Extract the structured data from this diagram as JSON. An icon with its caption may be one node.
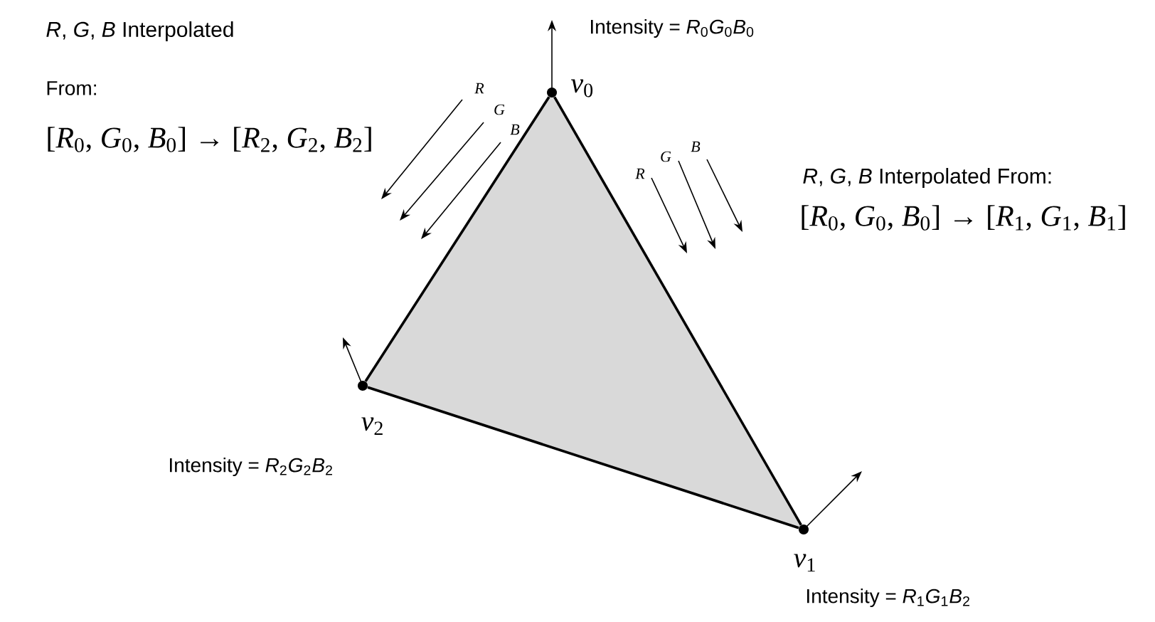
{
  "diagram": {
    "nodes": [
      {
        "text": [
          "*v*$_{0}$"
        ],
        "beside": [
          "Intensity = *R*$_{0}$*G*$_{0}$*B*$_{0}$"
        ]
      },
      {
        "text": [
          "*v*$_{1}$"
        ],
        "beside": [
          "Intensity = *R*$_{1}$*G*$_{1}$*B*$_{2}$"
        ]
      },
      {
        "text": [
          "*v*$_{2}$"
        ],
        "beside": [
          "Intensity = *R*$_{2}$*G*$_{2}$*B*$_{2}$"
        ]
      }
    ],
    "edges": [
      {
        "from": 0,
        "to": 1,
        "arrow": "none"
      },
      {
        "from": 1,
        "to": 2,
        "arrow": "none"
      },
      {
        "from": 2,
        "to": 0,
        "arrow": "none"
      }
    ],
    "labels": [
      "*R*, *G*, *B* Interpolated",
      "From:",
      "[*R*$_{0}$, *G*$_{0}$, *B*$_{0}$] → [*R*$_{2}$, *G*$_{2}$, *B*$_{2}$]",
      "*R*",
      "*G*",
      "*B*",
      "*R*",
      "*G*",
      "*B*",
      "*R*, *G*, *B* Interpolated From:",
      "[*R*$_{0}$, *G*$_{0}$, *B*$_{0}$] → [*R*$_{1}$, *G*$_{1}$, *B*$_{1}$]"
    ]
  }
}
